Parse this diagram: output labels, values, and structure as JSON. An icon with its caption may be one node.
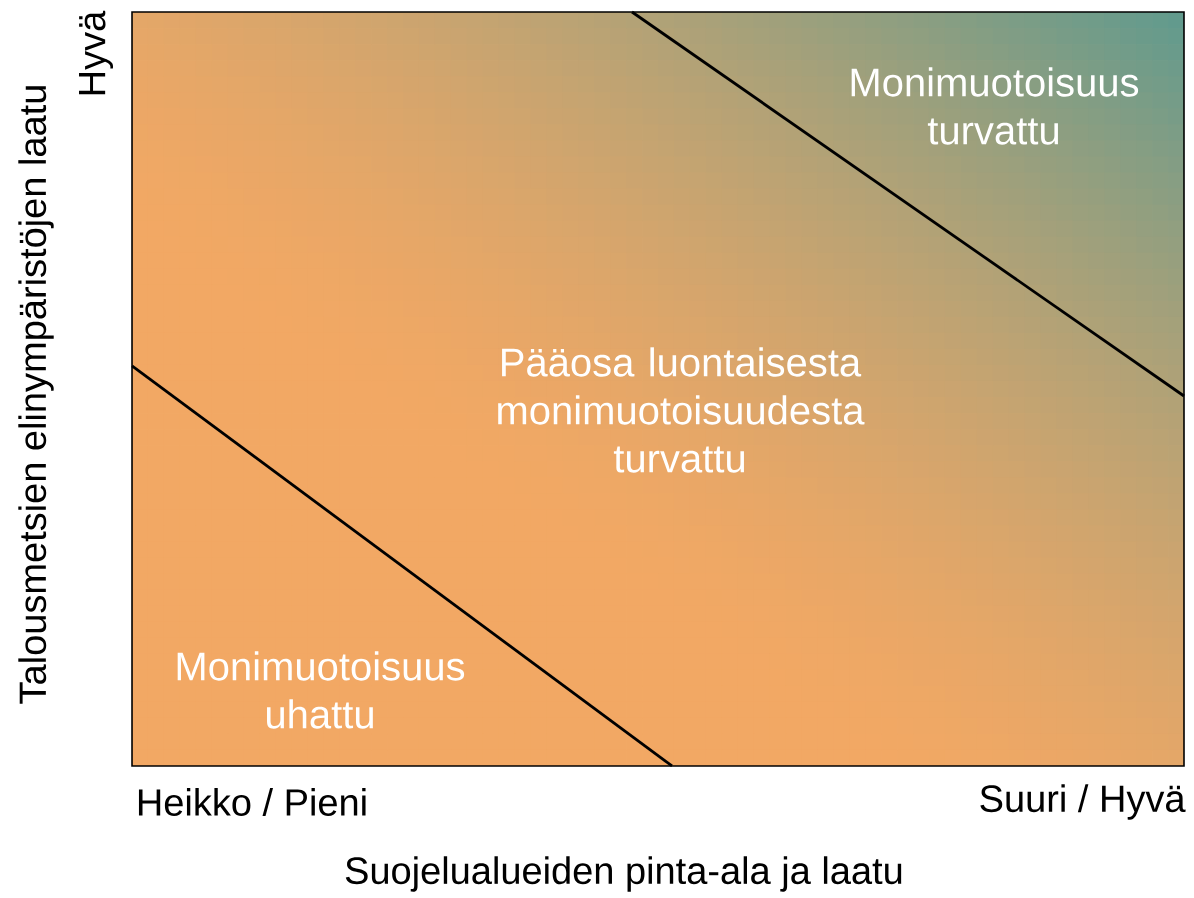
{
  "diagram": {
    "labels": [
      "Hyvä",
      "Monimuotoisuus turvattu",
      "Pääosa luontaisesta monimuotoisuudesta turvattu",
      "Monimuotoisuus uhattu",
      "Heikko / Pieni",
      "Suuri / Hyvä",
      "Suojelualueiden pinta-ala ja laatu",
      "Talousmetsien elinympäristöjen laatu"
    ]
  }
}
